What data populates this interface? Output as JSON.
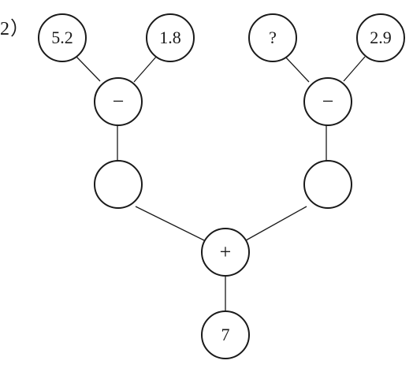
{
  "problem_label": "2）",
  "nodes": {
    "n1": "5.2",
    "n2": "1.8",
    "n3": "?",
    "n4": "2.9",
    "op_left": "−",
    "op_right": "−",
    "result_left": "",
    "result_right": "",
    "op_sum": "+",
    "total": "7"
  }
}
